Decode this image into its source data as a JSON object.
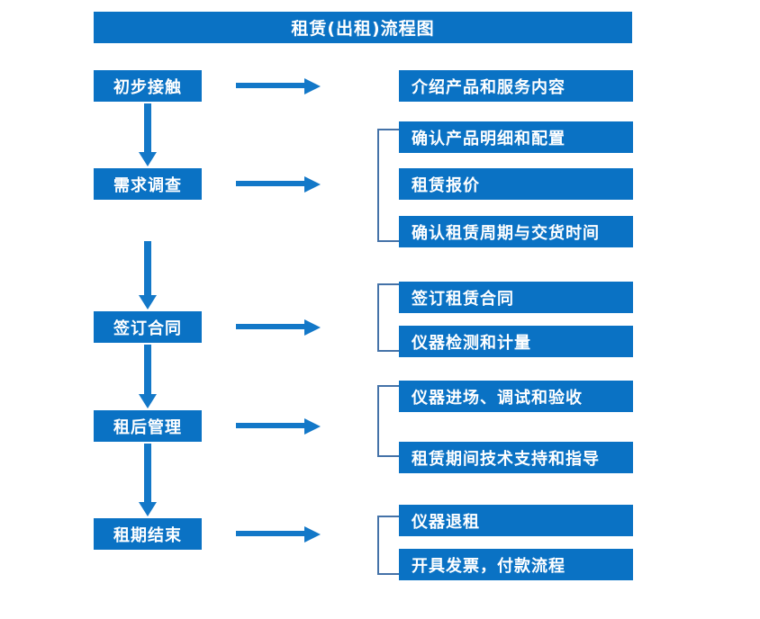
{
  "diagram": {
    "title": "租赁(出租)流程图",
    "colors": {
      "box_fill": "#0a72c4",
      "box_text": "#ffffff",
      "arrow": "#1378c8",
      "bracket": "#4472a8",
      "background": "#ffffff"
    },
    "stages": [
      {
        "label": "初步接触"
      },
      {
        "label": "需求调查"
      },
      {
        "label": "签订合同"
      },
      {
        "label": "租后管理"
      },
      {
        "label": "租期结束"
      }
    ],
    "details": [
      {
        "label": "介绍产品和服务内容"
      },
      {
        "label": "确认产品明细和配置"
      },
      {
        "label": "租赁报价"
      },
      {
        "label": "确认租赁周期与交货时间"
      },
      {
        "label": "签订租赁合同"
      },
      {
        "label": "仪器检测和计量"
      },
      {
        "label": "仪器进场、调试和验收"
      },
      {
        "label": "租赁期间技术支持和指导"
      },
      {
        "label": "仪器退租"
      },
      {
        "label": "开具发票，付款流程"
      }
    ]
  }
}
